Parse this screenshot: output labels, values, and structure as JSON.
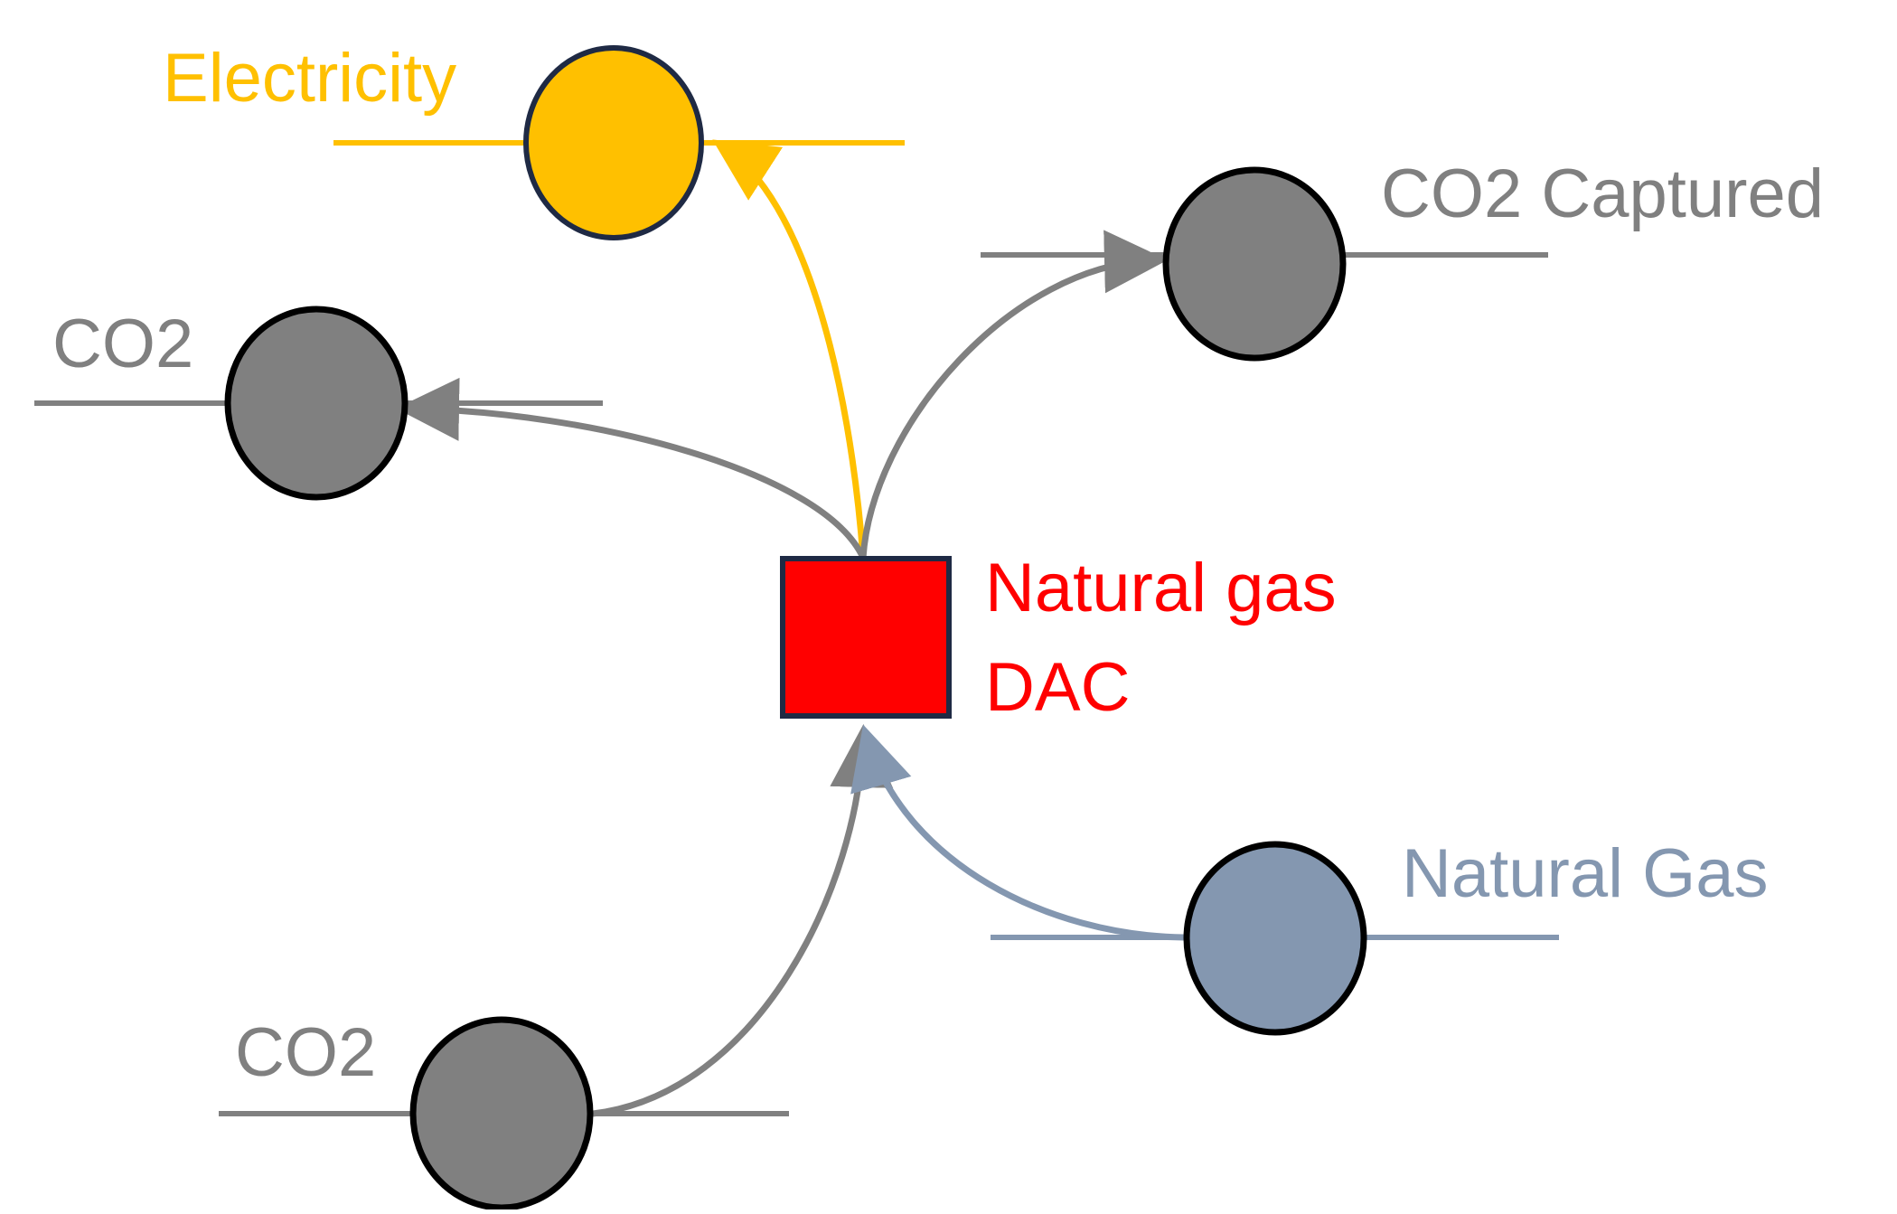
{
  "diagram": {
    "process": {
      "label_line1": "Natural gas",
      "label_line2": "DAC",
      "color": "#ff0000"
    },
    "nodes": {
      "electricity": {
        "label": "Electricity",
        "color": "#ffc000"
      },
      "co2_captured": {
        "label": "CO2 Captured",
        "color": "#808080"
      },
      "co2_out": {
        "label": "CO2",
        "color": "#808080"
      },
      "co2_in": {
        "label": "CO2",
        "color": "#808080"
      },
      "natural_gas": {
        "label": "Natural Gas",
        "color": "#8497b0"
      }
    },
    "colors": {
      "electricity_arrow": "#ffc000",
      "co2_arrow": "#808080",
      "natural_gas_arrow": "#8497b0",
      "node_outline": "#000000",
      "process_outline": "#1f2a44"
    }
  }
}
